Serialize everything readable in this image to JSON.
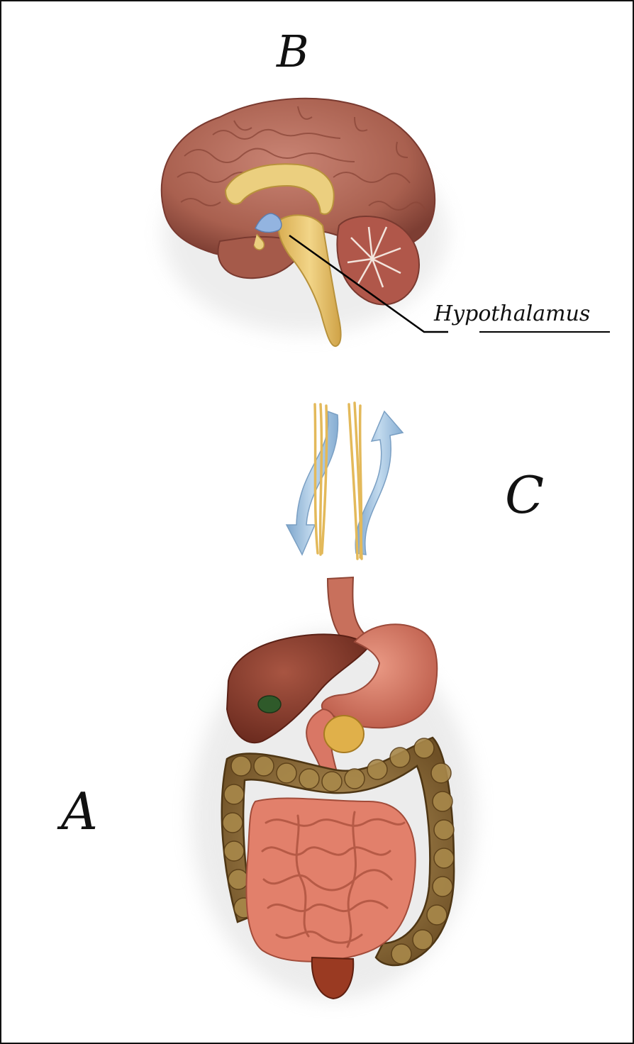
{
  "labels": {
    "a": "A",
    "b": "B",
    "c": "C",
    "hypothalamus": "Hypothalamus"
  },
  "colors": {
    "brain": "#b06a5c",
    "brain_dark": "#8a4a3e",
    "brainstem": "#e8c56e",
    "hypothalamus": "#8fb0de",
    "cerebellum": "#b95a4c",
    "nerve": "#e9c46a",
    "arrow": "#9fc1df",
    "liver": "#8e3f2e",
    "stomach": "#d97765",
    "small_intestine": "#e2806b",
    "large_intestine": "#8a6a36",
    "pancreas": "#e0b04a",
    "gallbladder": "#2f5a2a"
  }
}
